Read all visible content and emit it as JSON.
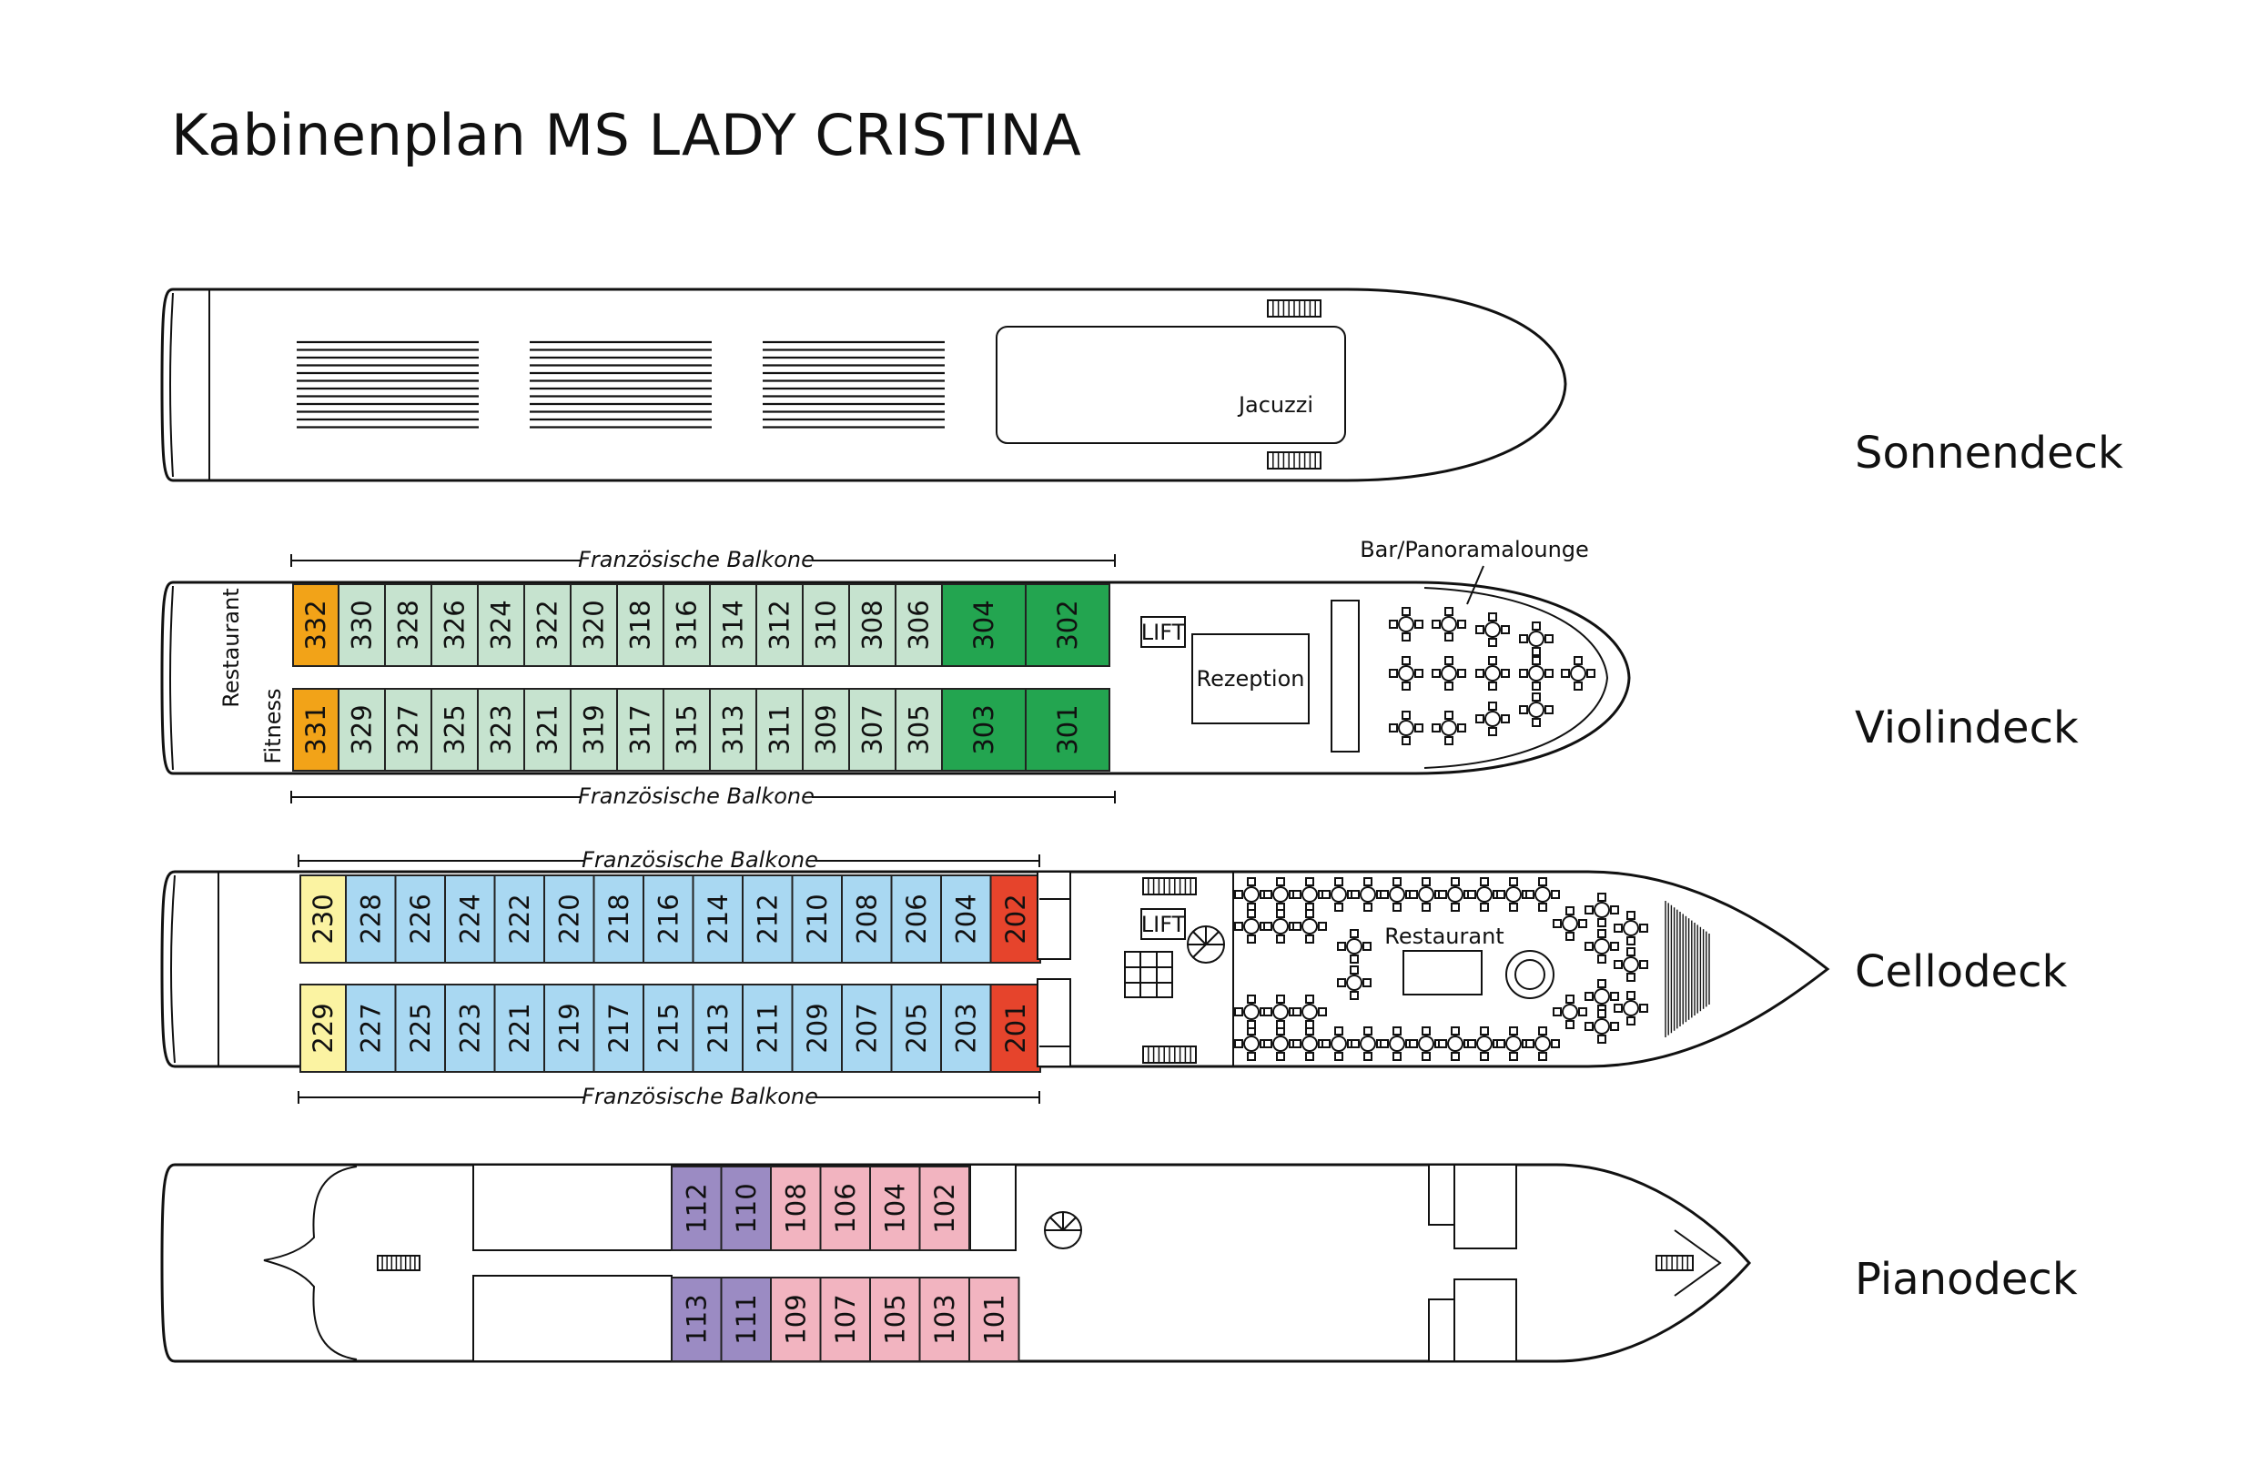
{
  "title": "Kabinenplan MS LADY CRISTINA",
  "decks": {
    "sonnendeck": {
      "label": "Sonnendeck",
      "jacuzzi": "Jacuzzi"
    },
    "violindeck": {
      "label": "Violindeck",
      "balkone_top": "Französische Balkone",
      "balkone_bottom": "Französische Balkone",
      "restaurant": "Restaurant",
      "fitness": "Fitness",
      "lift": "LIFT",
      "rezeption": "Rezeption",
      "bar": "Bar/Panoramalounge",
      "row_top": [
        "332",
        "330",
        "328",
        "326",
        "324",
        "322",
        "320",
        "318",
        "316",
        "314",
        "312",
        "310",
        "308",
        "306",
        "304",
        "302"
      ],
      "row_bottom": [
        "331",
        "329",
        "327",
        "325",
        "323",
        "321",
        "319",
        "317",
        "315",
        "313",
        "311",
        "309",
        "307",
        "305",
        "303",
        "301"
      ]
    },
    "cellodeck": {
      "label": "Cellodeck",
      "balkone_top": "Französische Balkone",
      "balkone_bottom": "Französische Balkone",
      "lift": "LIFT",
      "restaurant": "Restaurant",
      "row_top": [
        "230",
        "228",
        "226",
        "224",
        "222",
        "220",
        "218",
        "216",
        "214",
        "212",
        "210",
        "208",
        "206",
        "204",
        "202"
      ],
      "row_bottom": [
        "229",
        "227",
        "225",
        "223",
        "221",
        "219",
        "217",
        "215",
        "213",
        "211",
        "209",
        "207",
        "205",
        "203",
        "201"
      ]
    },
    "pianodeck": {
      "label": "Pianodeck",
      "row_top": [
        "112",
        "110",
        "108",
        "106",
        "104",
        "102"
      ],
      "row_bottom": [
        "113",
        "111",
        "109",
        "107",
        "105",
        "103",
        "101"
      ]
    }
  },
  "colors": {
    "violin_standard": "#c6e3cf",
    "violin_suite": "#23a550",
    "violin_orange": "#f2a318",
    "cello_standard": "#a9d8f2",
    "cello_yellow": "#fbf3a2",
    "cello_red": "#e6442c",
    "piano_purple": "#9b8bc3",
    "piano_pink": "#f2b4c0"
  }
}
